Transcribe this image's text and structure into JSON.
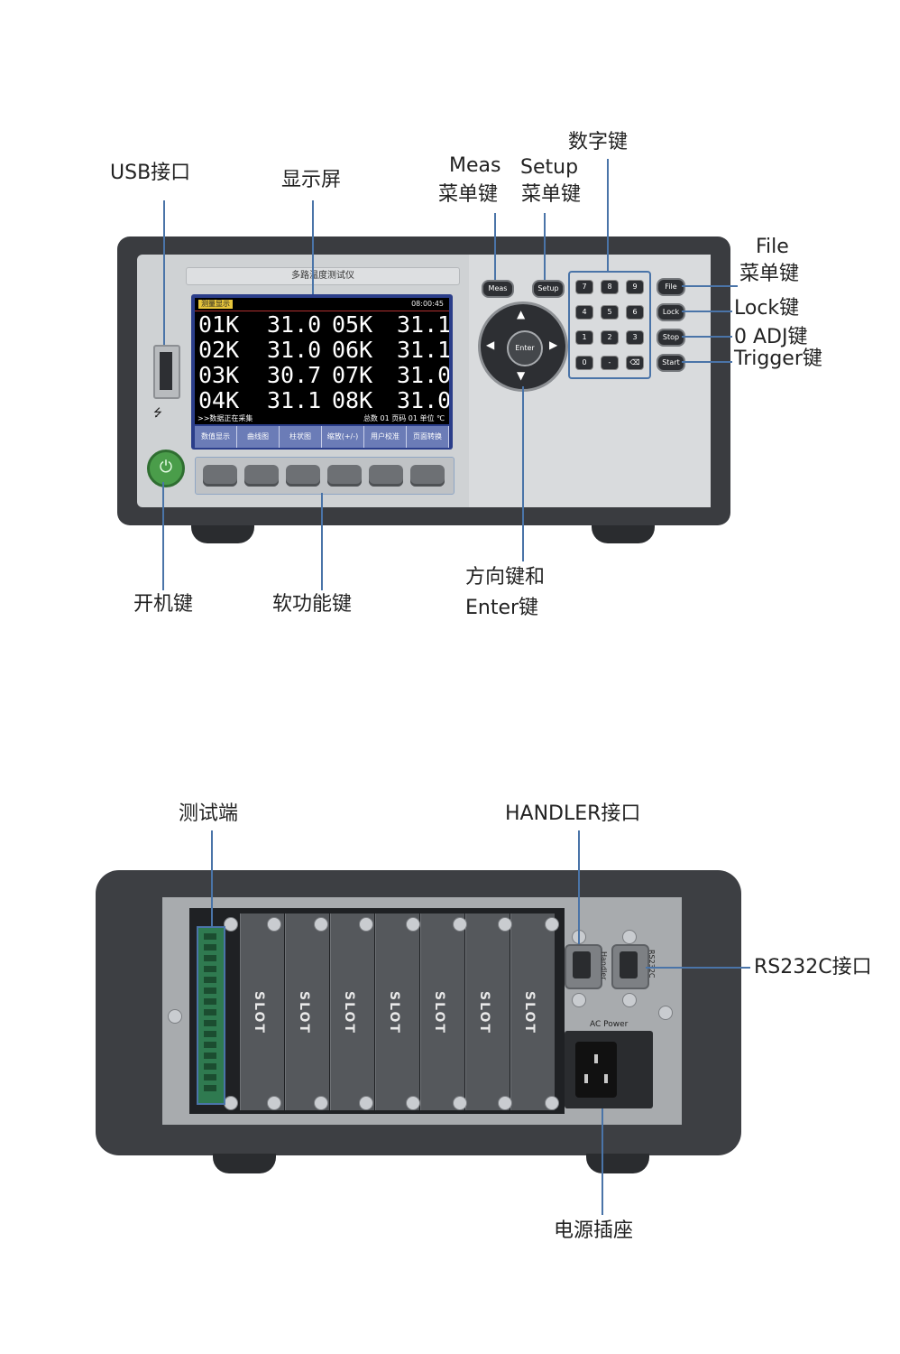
{
  "front": {
    "labels": {
      "usb": "USB接口",
      "display": "显示屏",
      "meas_en": "Meas",
      "meas_cn": "菜单键",
      "setup_en": "Setup",
      "setup_cn": "菜单键",
      "numeric": "数字键",
      "file_en": "File",
      "file_cn": "菜单键",
      "lock": "Lock键",
      "zero_adj": "0 ADJ键",
      "trigger": "Trigger键",
      "power": "开机键",
      "softkeys": "软功能键",
      "direction_1": "方向键和",
      "direction_2": "Enter键"
    },
    "title_strip": "多路温度测试仪",
    "screen": {
      "tag": "测量显示",
      "time": "08:00:45",
      "rows": [
        {
          "ch1": "01K",
          "v1": "31.0",
          "ch2": "05K",
          "v2": "31.1"
        },
        {
          "ch1": "02K",
          "v1": "31.0",
          "ch2": "06K",
          "v2": "31.1"
        },
        {
          "ch1": "03K",
          "v1": "30.7",
          "ch2": "07K",
          "v2": "31.0"
        },
        {
          "ch1": "04K",
          "v1": "31.1",
          "ch2": "08K",
          "v2": "31.0"
        }
      ],
      "status": ">>数据正在采集",
      "status_right": "总数  01  页码  01  单位  ℃",
      "softkeys": [
        "数值显示",
        "曲线图",
        "柱状图",
        "缩放(+/-)",
        "用户校准",
        "页面转换"
      ]
    },
    "keys": {
      "meas": "Meas",
      "setup": "Setup",
      "enter": "Enter",
      "file": "File",
      "lock": "Lock",
      "stop": "Stop",
      "start": "Start",
      "numpad": [
        "7",
        "8",
        "9",
        "4",
        "5",
        "6",
        "1",
        "2",
        "3",
        "0",
        "-",
        "⌫"
      ]
    }
  },
  "rear": {
    "labels": {
      "test_port": "测试端",
      "handler": "HANDLER接口",
      "rs232c": "RS232C接口",
      "power_socket": "电源插座"
    },
    "slot_text": "SLOT",
    "handler_tag": "Handler",
    "rs232_tag": "RS232C",
    "ac_power": "AC Power"
  },
  "colors": {
    "leader_line": "#4a74a8",
    "screen_softbar": "#6b7cb7",
    "power_button": "#4a9d4a"
  }
}
